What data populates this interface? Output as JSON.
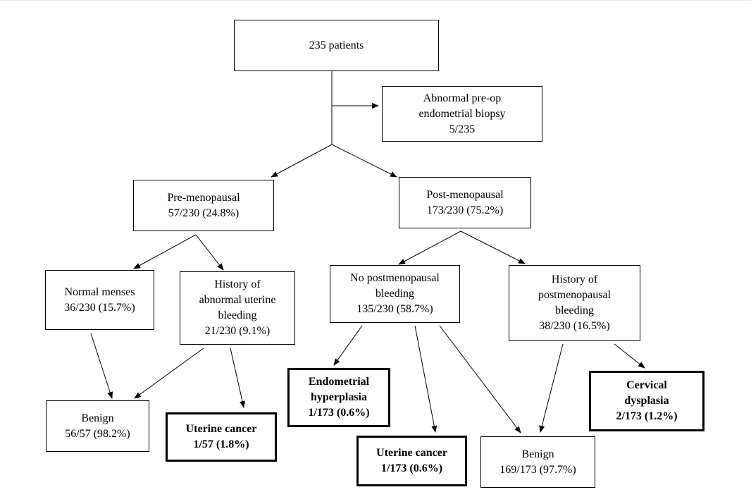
{
  "nodes": {
    "root": {
      "lines": [
        "235 patients"
      ]
    },
    "biopsy": {
      "lines": [
        "Abnormal pre-op",
        "endometrial biopsy",
        "5/235"
      ]
    },
    "pre": {
      "lines": [
        "Pre-menopausal",
        "57/230 (24.8%)"
      ]
    },
    "post": {
      "lines": [
        "Post-menopausal",
        "173/230 (75.2%)"
      ]
    },
    "normal": {
      "lines": [
        "Normal menses",
        "36/230 (15.7%)"
      ]
    },
    "aub": {
      "lines": [
        "History of",
        "abnormal uterine",
        "bleeding",
        "21/230 (9.1%)"
      ]
    },
    "nopmb": {
      "lines": [
        "No postmenopausal",
        "bleeding",
        "135/230 (58.7%)"
      ]
    },
    "pmb": {
      "lines": [
        "History of",
        "postmenopausal",
        "bleeding",
        "38/230 (16.5%)"
      ]
    },
    "benign_pre": {
      "lines": [
        "Benign",
        "56/57 (98.2%)"
      ]
    },
    "cancer_pre": {
      "lines": [
        "Uterine cancer",
        "1/57 (1.8%)"
      ]
    },
    "hyper": {
      "lines": [
        "Endometrial",
        "hyperplasia",
        "1/173 (0.6%)"
      ]
    },
    "cancer_post": {
      "lines": [
        "Uterine cancer",
        "1/173 (0.6%)"
      ]
    },
    "benign_post": {
      "lines": [
        "Benign",
        "169/173 (97.7%)"
      ]
    },
    "cervical": {
      "lines": [
        "Cervical",
        "dysplasia",
        "2/173 (1.2%)"
      ]
    }
  }
}
